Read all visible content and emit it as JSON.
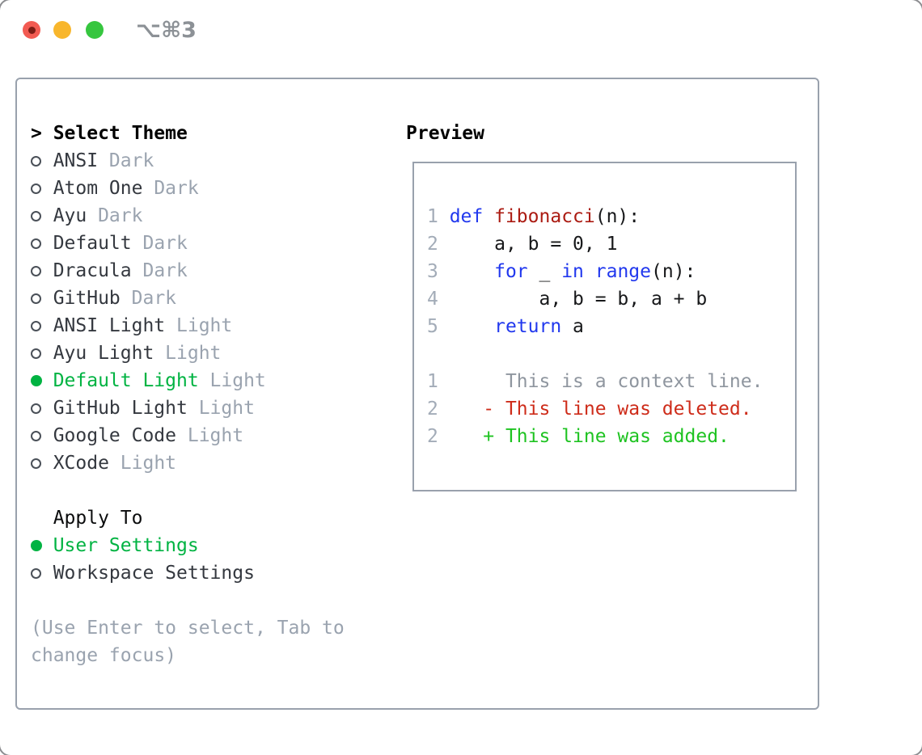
{
  "window": {
    "title": "⌥⌘3"
  },
  "select_theme": {
    "caret": ">",
    "header": "Select Theme",
    "items": [
      {
        "name": "ANSI",
        "variant": "Dark",
        "selected": false
      },
      {
        "name": "Atom One",
        "variant": "Dark",
        "selected": false
      },
      {
        "name": "Ayu",
        "variant": "Dark",
        "selected": false
      },
      {
        "name": "Default",
        "variant": "Dark",
        "selected": false
      },
      {
        "name": "Dracula",
        "variant": "Dark",
        "selected": false
      },
      {
        "name": "GitHub",
        "variant": "Dark",
        "selected": false
      },
      {
        "name": "ANSI Light",
        "variant": "Light",
        "selected": false
      },
      {
        "name": "Ayu Light",
        "variant": "Light",
        "selected": false
      },
      {
        "name": "Default Light",
        "variant": "Light",
        "selected": true
      },
      {
        "name": "GitHub Light",
        "variant": "Light",
        "selected": false
      },
      {
        "name": "Google Code",
        "variant": "Light",
        "selected": false
      },
      {
        "name": "XCode",
        "variant": "Light",
        "selected": false
      }
    ]
  },
  "apply_to": {
    "header": "Apply To",
    "options": [
      {
        "name": "User Settings",
        "selected": true
      },
      {
        "name": "Workspace Settings",
        "selected": false
      }
    ]
  },
  "hint": "(Use Enter to select, Tab to change focus)",
  "preview": {
    "header": "Preview",
    "lines": [
      {
        "segments": [
          {
            "c": "num",
            "t": "1 "
          },
          {
            "c": "kw",
            "t": "def"
          },
          {
            "c": "pl",
            "t": " "
          },
          {
            "c": "fn",
            "t": "fibonacci"
          },
          {
            "c": "pl",
            "t": "(n):"
          }
        ]
      },
      {
        "segments": [
          {
            "c": "num",
            "t": "2 "
          },
          {
            "c": "pl",
            "t": "    a, b = 0, 1"
          }
        ]
      },
      {
        "segments": [
          {
            "c": "num",
            "t": "3 "
          },
          {
            "c": "pl",
            "t": "    "
          },
          {
            "c": "kw",
            "t": "for"
          },
          {
            "c": "pl",
            "t": " _ "
          },
          {
            "c": "kw",
            "t": "in"
          },
          {
            "c": "pl",
            "t": " "
          },
          {
            "c": "kw",
            "t": "range"
          },
          {
            "c": "pl",
            "t": "(n):"
          }
        ]
      },
      {
        "segments": [
          {
            "c": "num",
            "t": "4 "
          },
          {
            "c": "pl",
            "t": "        a, b = b, a + b"
          }
        ]
      },
      {
        "segments": [
          {
            "c": "num",
            "t": "5 "
          },
          {
            "c": "pl",
            "t": "    "
          },
          {
            "c": "kw",
            "t": "return"
          },
          {
            "c": "pl",
            "t": " a"
          }
        ]
      },
      {
        "segments": []
      },
      {
        "segments": [
          {
            "c": "num",
            "t": "1 "
          },
          {
            "c": "ctx",
            "t": "     This is a context line."
          }
        ]
      },
      {
        "segments": [
          {
            "c": "num",
            "t": "2 "
          },
          {
            "c": "del",
            "t": "   - This line was deleted."
          }
        ]
      },
      {
        "segments": [
          {
            "c": "num",
            "t": "2 "
          },
          {
            "c": "add",
            "t": "   + This line was added."
          }
        ]
      }
    ]
  },
  "colors": {
    "selection_green": "#00b342",
    "added_green": "#1ec321",
    "deleted_red": "#ce2c1a",
    "keyword_blue": "#2138ee",
    "function_red": "#ab1b12",
    "dim_gray": "#9aa3af",
    "line_number_gray": "#a3acb8",
    "context_gray": "#8f969f",
    "border_gray": "#99a1ad",
    "item_text": "#34383f",
    "traffic_red": "#f25b52",
    "traffic_yellow": "#f8b62c",
    "traffic_green": "#36c63f"
  }
}
